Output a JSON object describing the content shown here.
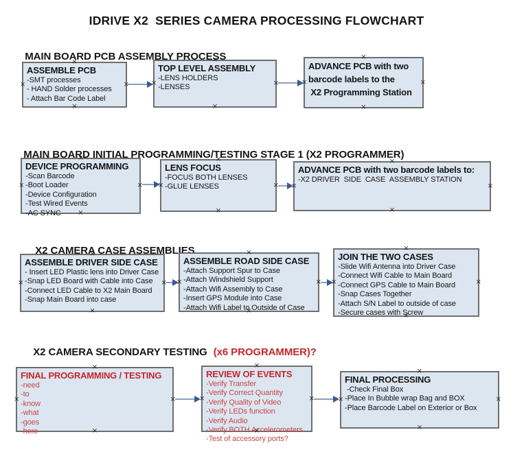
{
  "title": "IDRIVE X2  SERIES CAMERA PROCESSING FLOWCHART",
  "colors": {
    "box_fill": "#dce6f1",
    "box_border": "#6e6e6e",
    "arrow_line": "#8aa0bf",
    "arrow_head": "#3a5a96",
    "red_heading": "#c5262c",
    "red_body": "#c64646",
    "text": "#151515"
  },
  "icons": {
    "connection_handle": "×"
  },
  "sections": [
    {
      "heading": {
        "text": "MAIN BOARD PCB ASSEMBLY PROCESS",
        "suffix": ""
      },
      "boxes": [
        {
          "title": "ASSEMBLE PCB",
          "lines": [
            "-SMT processes",
            "- HAND Solder processes",
            "- Attach Bar Code Label"
          ]
        },
        {
          "title": "TOP LEVEL ASSEMBLY",
          "lines": [
            "-LENS HOLDERS",
            "-LENSES"
          ]
        },
        {
          "title_lines": [
            "ADVANCE PCB with two",
            "barcode labels to the",
            " X2 Programming Station"
          ],
          "lines": []
        }
      ]
    },
    {
      "heading": {
        "text": "MAIN BOARD INITIAL PROGRAMMING/TESTING STAGE 1 (X2 PROGRAMMER)",
        "suffix": ""
      },
      "boxes": [
        {
          "title": "DEVICE PROGRAMMING",
          "lines": [
            "-Scan Barcode",
            "-Boot Loader",
            "-Device Configuration",
            "-Test Wired Events",
            "-AC SYNC"
          ]
        },
        {
          "title": "LENS FOCUS",
          "lines": [
            "-FOCUS BOTH LENSES",
            "-GLUE LENSES"
          ]
        },
        {
          "title": "ADVANCE PCB with two barcode labels to:",
          "lines": [
            "-X2 DRIVER  SIDE  CASE  ASSEMBLY STATION"
          ]
        }
      ]
    },
    {
      "heading": {
        "text": "X2 CAMERA CASE ASSEMBLIES",
        "suffix": ""
      },
      "boxes": [
        {
          "title": "ASSEMBLE DRIVER SIDE CASE",
          "lines": [
            "- Insert LED Plastic lens into Driver Case",
            "-Snap LED Board with Cable into Case",
            "-Connect LED Cable to X2 Main Board",
            "-Snap Main Board into case"
          ]
        },
        {
          "title": "ASSEMBLE ROAD SIDE CASE",
          "lines": [
            "-Attach Support Spur to Case",
            "-Attach Windshield Support",
            "-Attach Wifi Assembly to Case",
            "-Insert GPS Module into Case",
            "-Attach Wifi Label to Outside of Case"
          ]
        },
        {
          "title": "JOIN THE TWO CASES",
          "lines": [
            "-Slide Wifi Antenna into Driver Case",
            "-Connect Wifi Cable to Main Board",
            "-Connect GPS Cable to Main Board",
            "-Snap Cases Together",
            "-Attach S/N Label to outside of case",
            "-Secure cases with Screw"
          ]
        }
      ]
    },
    {
      "heading": {
        "text": "X2 CAMERA SECONDARY TESTING",
        "suffix": "(x6 PROGRAMMER)?"
      },
      "boxes": [
        {
          "title": "FINAL PROGRAMMING / TESTING",
          "lines": [
            "-need",
            "-to",
            "-know",
            "-what",
            "-goes",
            "-here"
          ]
        },
        {
          "title": "REVIEW OF EVENTS",
          "lines": [
            "-Verify Transfer",
            "-Verify Correct Quantity",
            "-Verify Quality of Video",
            "-Verify LEDs function",
            "-Verify Audio",
            "-Verify BOTH Accelerometers",
            "-Test of accessory ports?"
          ]
        },
        {
          "title": "FINAL PROCESSING",
          "lines": [
            " -Check Final Box",
            "-Place In Bubble wrap Bag and BOX",
            "-Place Barcode Label on Exterior or Box"
          ]
        }
      ]
    }
  ]
}
